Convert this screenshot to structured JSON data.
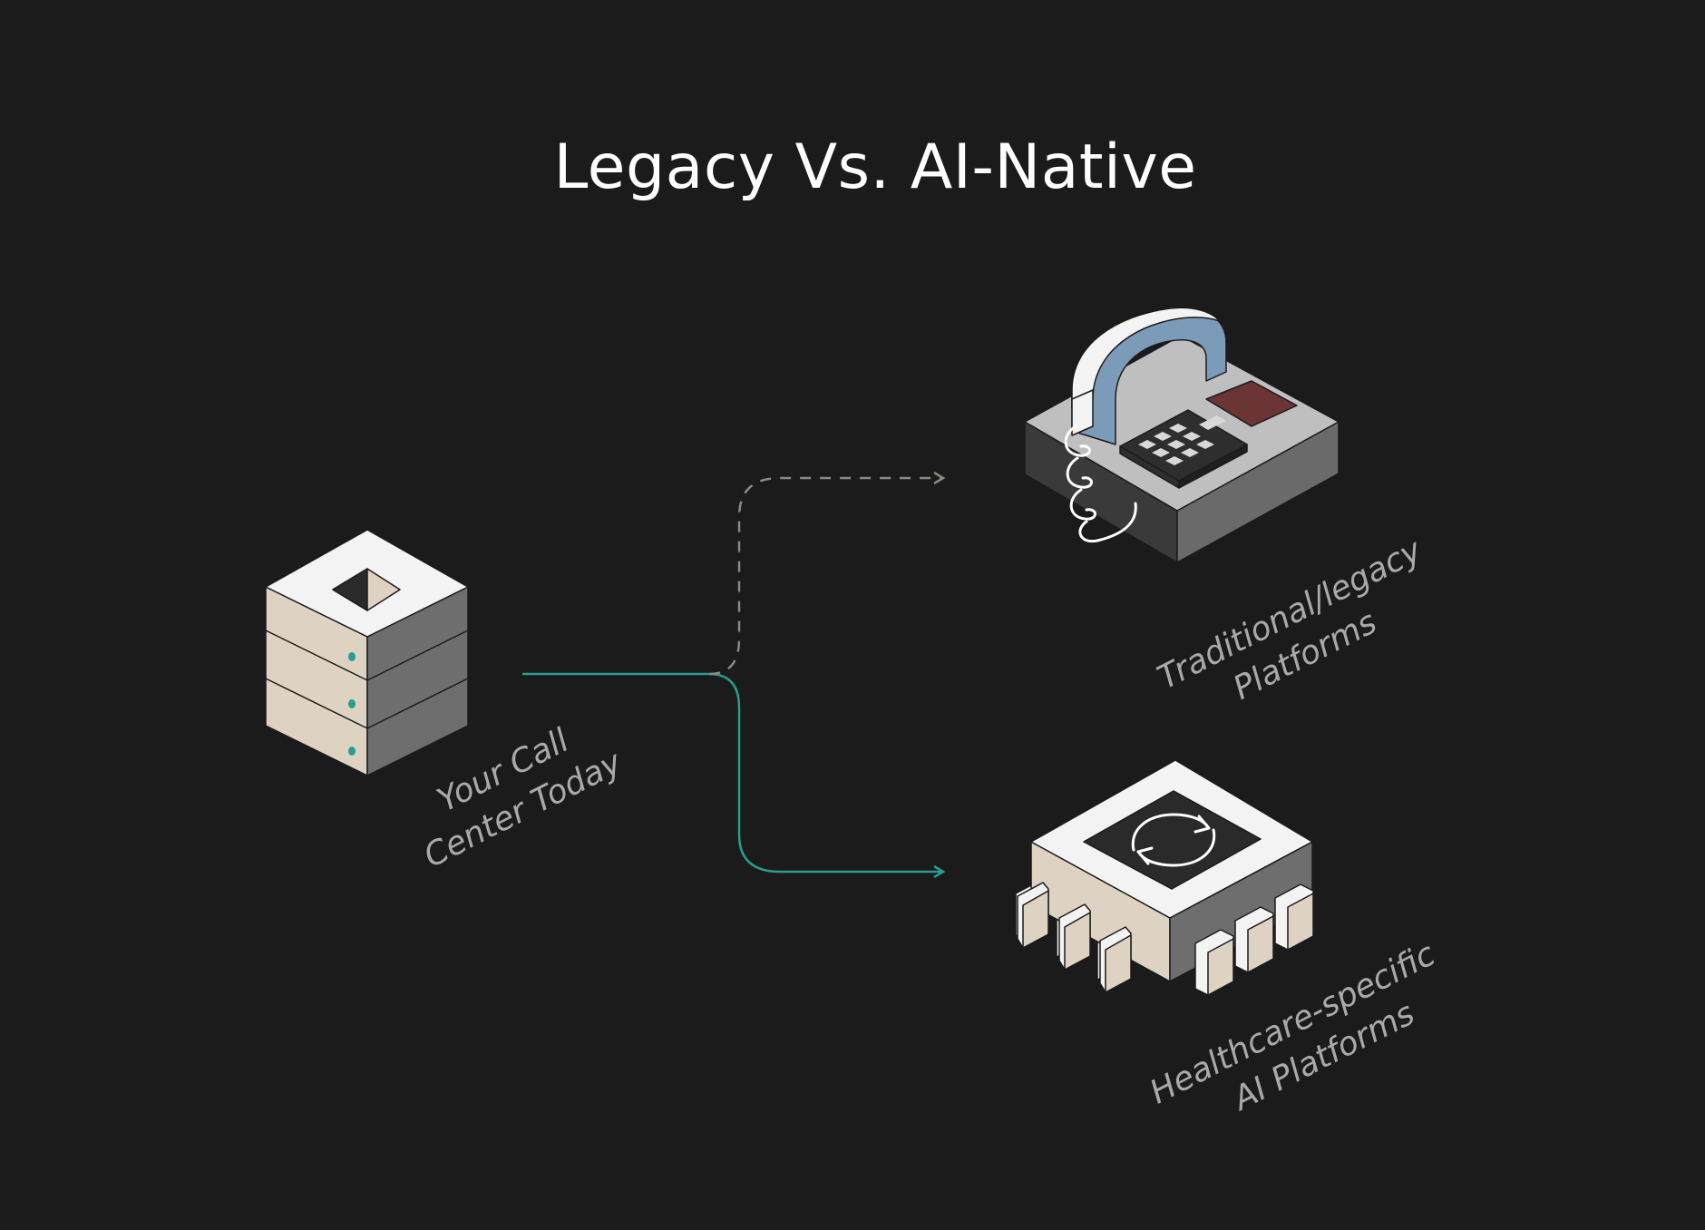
{
  "title": "Legacy Vs. AI-Native",
  "nodes": {
    "source": {
      "line1": "Your Call",
      "line2": "Center Today",
      "icon": "server-stack-icon"
    },
    "legacy": {
      "line1": "Traditional/legacy",
      "line2": "Platforms",
      "icon": "desk-phone-icon"
    },
    "ai": {
      "line1": "Healthcare-specific",
      "line2": "AI Platforms",
      "icon": "ai-chip-icon"
    }
  },
  "colors": {
    "background": "#1b1b1b",
    "teal": "#2a9d8f",
    "dashed": "#8a8a80",
    "label": "#a9a9a9",
    "handset": "#7c9bb8",
    "display": "#6b3536"
  }
}
